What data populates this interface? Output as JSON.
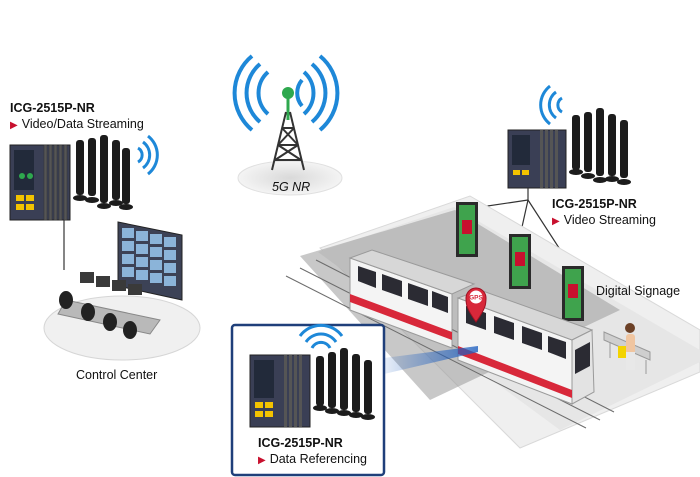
{
  "tower": {
    "label": "5G NR"
  },
  "left_device": {
    "model": "ICG-2515P-NR",
    "function": "Video/Data Streaming"
  },
  "right_device": {
    "model": "ICG-2515P-NR",
    "function": "Video Streaming"
  },
  "train_device": {
    "model": "ICG-2515P-NR",
    "function": "Data Referencing"
  },
  "control_center": {
    "label": "Control Center"
  },
  "digital_signage": {
    "label": "Digital Signage"
  },
  "gps": {
    "label": "GPS"
  },
  "colors": {
    "accent_red": "#c8102e",
    "signal_blue": "#1e88d8",
    "frame_blue": "#1f3f7a",
    "train_red": "#d8283a"
  }
}
